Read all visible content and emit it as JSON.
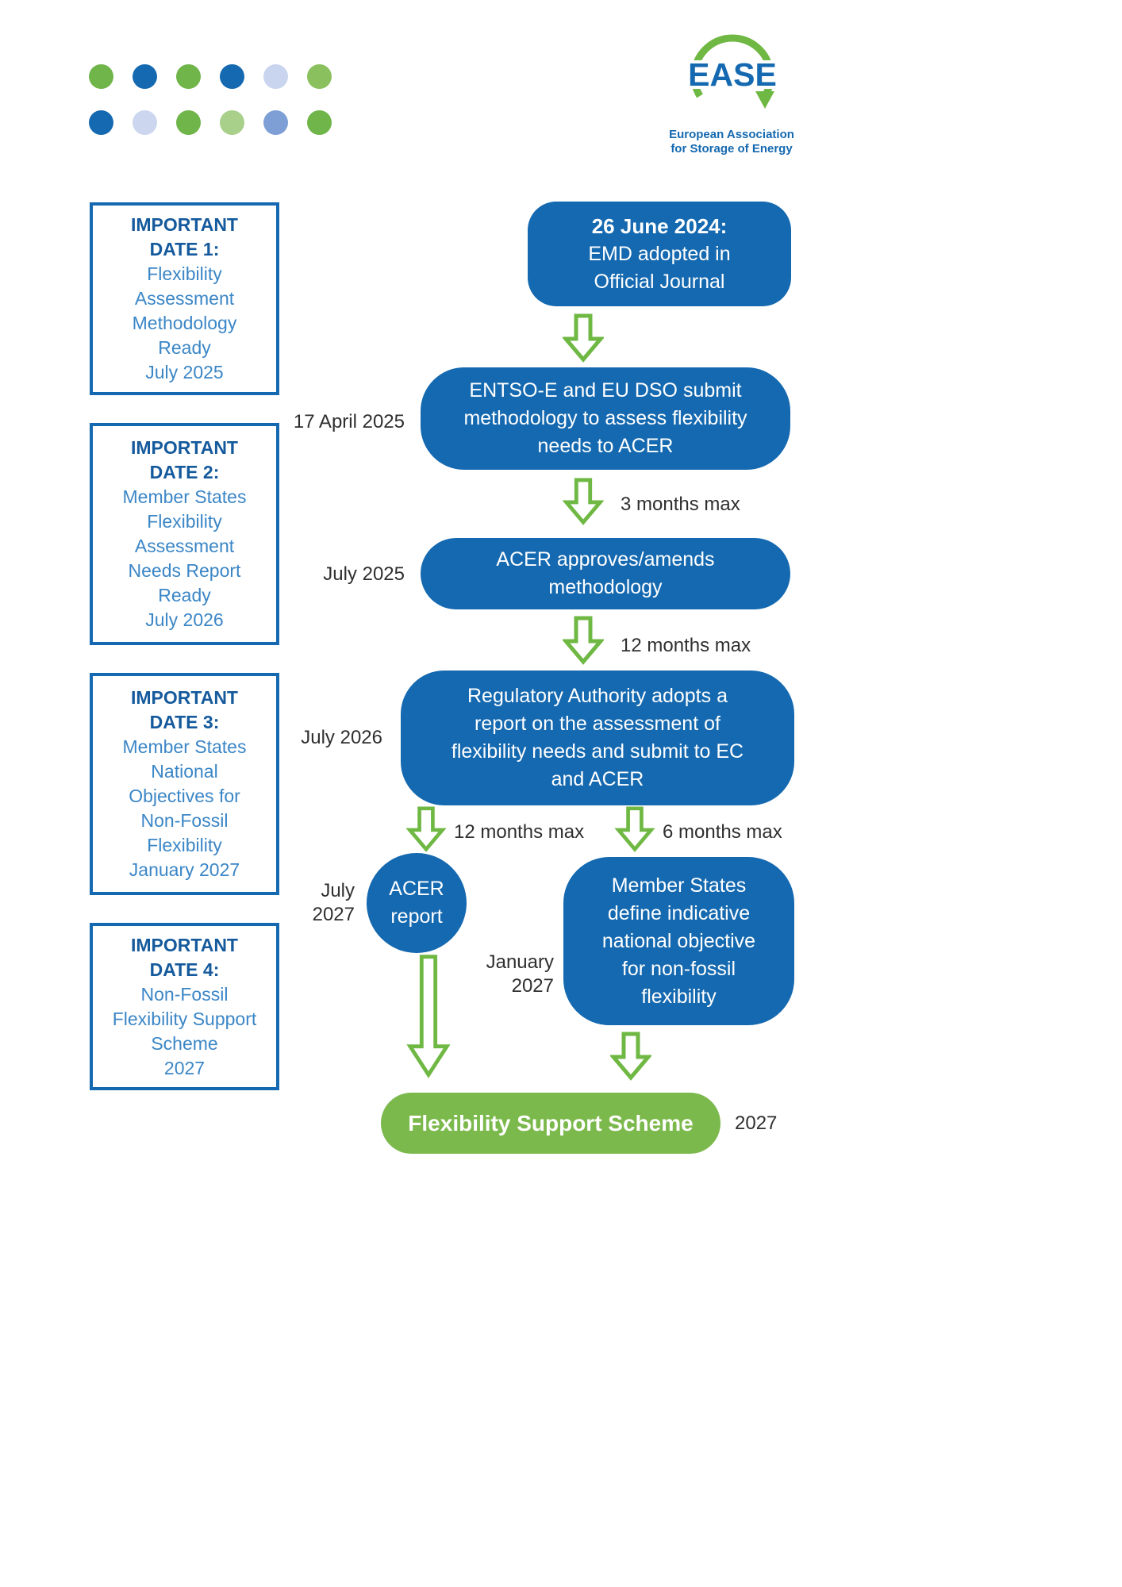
{
  "palette": {
    "blue": "#1569b0",
    "green": "#6fb843",
    "green_box": "#7cb94c",
    "heading_blue": "#155a9c",
    "body_blue": "#3b86c6",
    "label_dark": "#2f2f2f"
  },
  "dots": {
    "row1": [
      "#6fb54a",
      "#1569b0",
      "#6fb54a",
      "#1569b0",
      "#c9d4ee",
      "#8bc05e"
    ],
    "row2": [
      "#1569b0",
      "#ccd6ef",
      "#6fb54a",
      "#a8d08a",
      "#7d9fd6",
      "#6fb54a"
    ]
  },
  "logo": {
    "word": "EASE",
    "subtitle": "European Association\nfor Storage of Energy"
  },
  "important_dates": [
    {
      "title": "IMPORTANT\nDATE 1:",
      "body": "Flexibility\nAssessment\nMethodology\nReady\nJuly 2025"
    },
    {
      "title": "IMPORTANT\nDATE 2:",
      "body": "Member States\nFlexibility\nAssessment\nNeeds Report\nReady\nJuly 2026"
    },
    {
      "title": "IMPORTANT\nDATE 3:",
      "body": "Member States\nNational\nObjectives for\nNon-Fossil\nFlexibility\nJanuary 2027"
    },
    {
      "title": "IMPORTANT\nDATE 4:",
      "body": "Non-Fossil\nFlexibility Support\nScheme\n2027"
    }
  ],
  "flow": {
    "emd_title": "26 June 2024:",
    "emd_body": "EMD adopted in\nOfficial Journal",
    "label_17_april_2025": "17 April 2025",
    "entso_box": "ENTSO-E and EU DSO submit\nmethodology to assess flexibility\nneeds to ACER",
    "label_3_months_max": "3 months max",
    "label_july_2025": "July 2025",
    "acer_approves_box": "ACER approves/amends\nmethodology",
    "label_12_months_max_1": "12 months max",
    "label_july_2026": "July 2026",
    "regulatory_box": "Regulatory Authority adopts a\nreport on the assessment of\nflexibility needs and submit to EC\nand ACER",
    "label_12_months_max_2": "12 months max",
    "label_6_months_max": "6 months max",
    "label_july_2027": "July\n2027",
    "acer_report_circle": "ACER\nreport",
    "member_states_box": "Member States\ndefine indicative\nnational objective\nfor non-fossil\nflexibility",
    "label_january_2027": "January\n2027",
    "support_scheme_box": "Flexibility Support Scheme",
    "label_2027": "2027"
  }
}
